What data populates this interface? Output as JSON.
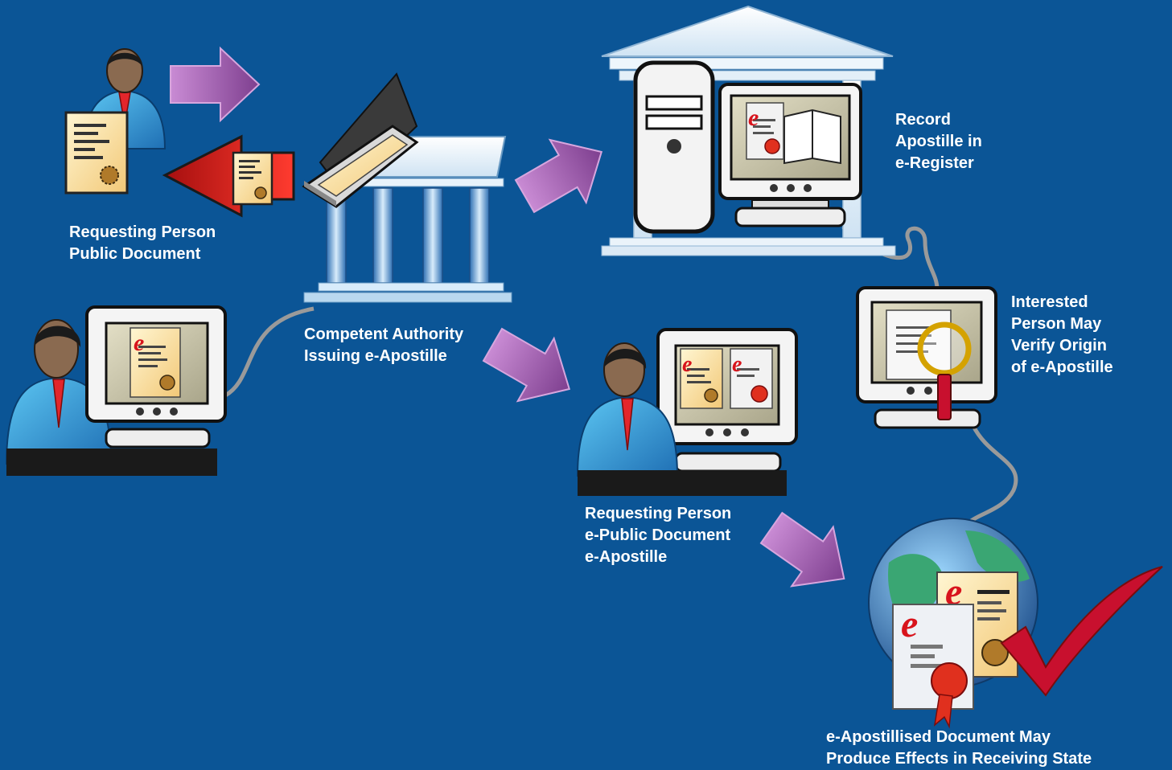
{
  "labels": {
    "requesting_person_paper": [
      "Requesting Person",
      "Public Document"
    ],
    "competent_authority": [
      "Competent Authority",
      "Issuing e-Apostille"
    ],
    "record_apostille": [
      "Record",
      "Apostille in",
      "e-Register"
    ],
    "interested_person": [
      "Interested",
      "Person May",
      "Verify Origin",
      "of e-Apostille"
    ],
    "requesting_person_electronic": [
      "Requesting Person",
      "e-Public Document",
      "e-Apostille"
    ],
    "effects": [
      "e-Apostillised Document May",
      "Produce Effects in Receiving State"
    ]
  },
  "glyphs": {
    "e_mark": "e"
  },
  "colors": {
    "background": "#0b5596",
    "arrow_purple": "#a561b0",
    "arrow_red": "#d81f1f",
    "label_text": "#ffffff",
    "check_red": "#c8102e"
  },
  "icons": [
    "person-icon",
    "scanner-icon",
    "building-icon",
    "computer-tower-icon",
    "monitor-icon",
    "magnifier-icon",
    "globe-icon",
    "checkmark-icon",
    "certificate-icon"
  ]
}
